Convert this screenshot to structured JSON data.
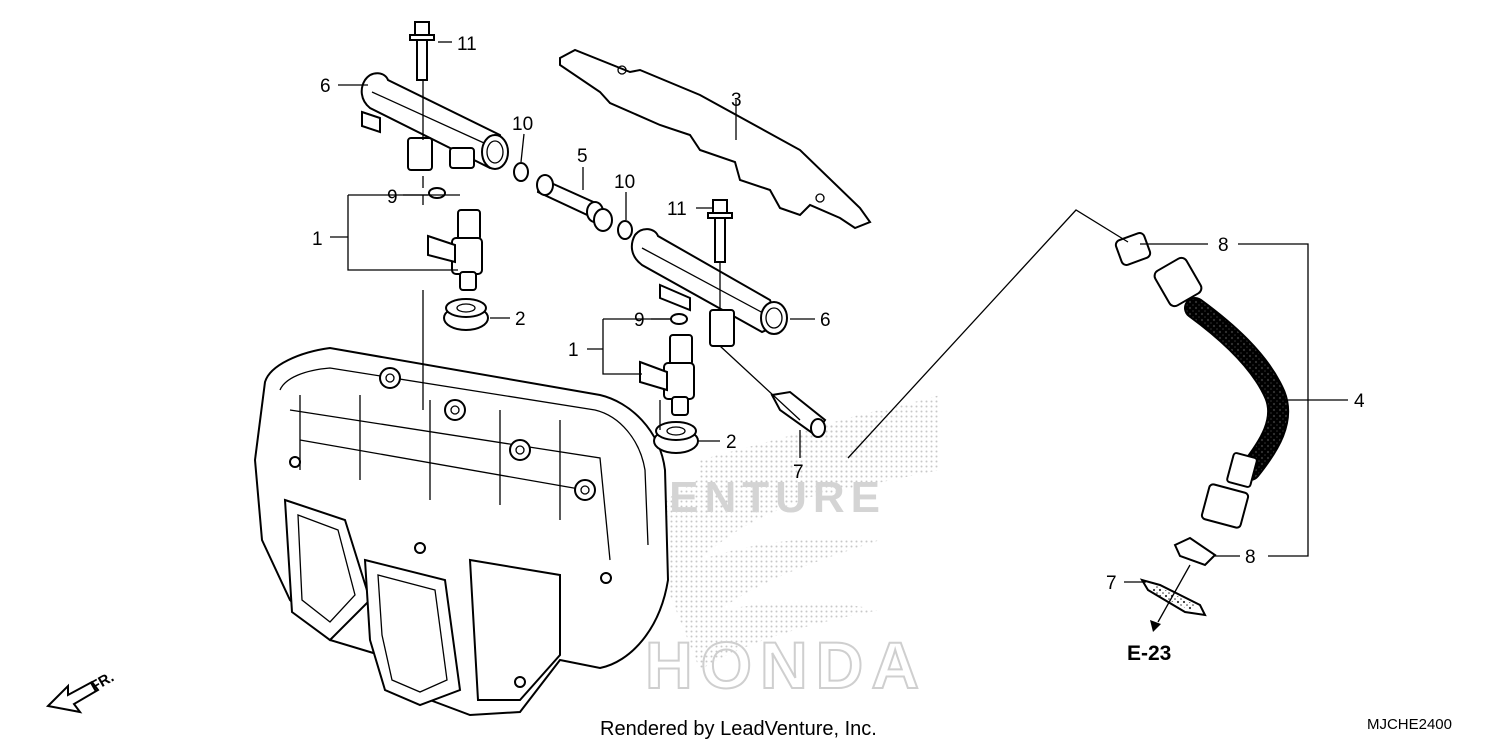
{
  "diagram": {
    "callouts": {
      "c1a": "1",
      "c1b": "1",
      "c2a": "2",
      "c2b": "2",
      "c3": "3",
      "c4": "4",
      "c5": "5",
      "c6a": "6",
      "c6b": "6",
      "c7a": "7",
      "c7b": "7",
      "c8a": "8",
      "c8b": "8",
      "c9a": "9",
      "c9b": "9",
      "c10a": "10",
      "c10b": "10",
      "c11a": "11",
      "c11b": "11"
    },
    "reference": "E-23",
    "direction": "FR.",
    "watermark_text": "LEADVENTURE",
    "watermark_brand": "HONDA"
  },
  "footer": {
    "credit": "Rendered by LeadVenture, Inc.",
    "code": "MJCHE2400"
  },
  "colors": {
    "ink": "#000000",
    "watermark": "#d4d4d4",
    "background": "#ffffff"
  }
}
